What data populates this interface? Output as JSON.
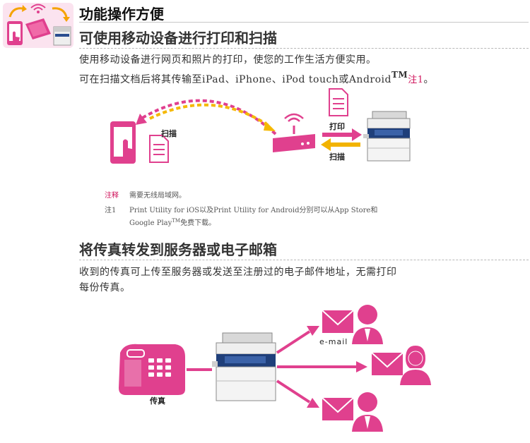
{
  "header": {
    "title": "功能操作方便"
  },
  "section1": {
    "title": "可使用移动设备进行打印和扫描",
    "line1": "使用移动设备进行网页和照片的打印，使您的工作生活方便实用。",
    "line2_prefix": "可在扫描文档后将其传输至iPad、iPhone、iPod touch或Android",
    "line2_tm": "TM",
    "line2_note": "注1",
    "line2_end": "。",
    "diagram": {
      "scan_label_left": "扫描",
      "print_label": "打印",
      "scan_label_right": "扫描"
    },
    "notes": {
      "note_label": "注释",
      "note_text": "需要无线局域网。",
      "note1_label": "注1",
      "note1_line1": "Print Utility for iOS以及Print Utility for Android分别可以从App Store和",
      "note1_line2_prefix": "Google Play",
      "note1_line2_tm": "TM",
      "note1_line2_suffix": "免费下载。"
    }
  },
  "section2": {
    "title": "将传真转发到服务器或电子邮箱",
    "line1": "收到的传真可上传至服务器或发送至注册过的电子邮件地址，无需打印",
    "line2": "每份传真。",
    "diagram": {
      "fax_label": "传真",
      "email_label": "e-mail"
    }
  },
  "colors": {
    "accent": "#e0408e",
    "dash_magenta": "#e0408e",
    "dash_yellow": "#f5b800",
    "arrow_yellow": "#f2b300",
    "note_red": "#d0165d"
  }
}
